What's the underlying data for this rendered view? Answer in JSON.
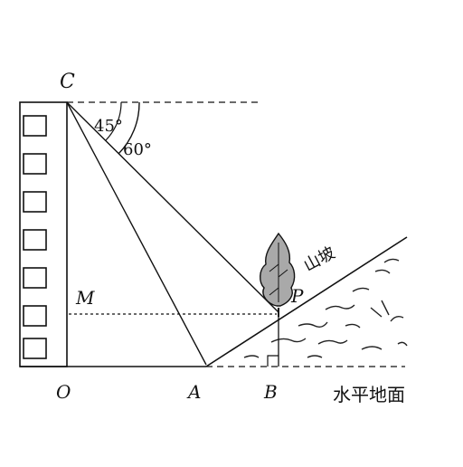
{
  "diagram": {
    "points": {
      "C": "C",
      "M": "M",
      "P": "P",
      "O": "O",
      "A": "A",
      "B": "B"
    },
    "angles": {
      "a45": "45°",
      "a60": "60°"
    },
    "labels": {
      "slope": "山坡",
      "ground": "水平地面"
    },
    "icons": {
      "tree": "tree-icon"
    },
    "colors": {
      "ink": "#111111",
      "tree_fill": "#a9a9a9"
    }
  }
}
